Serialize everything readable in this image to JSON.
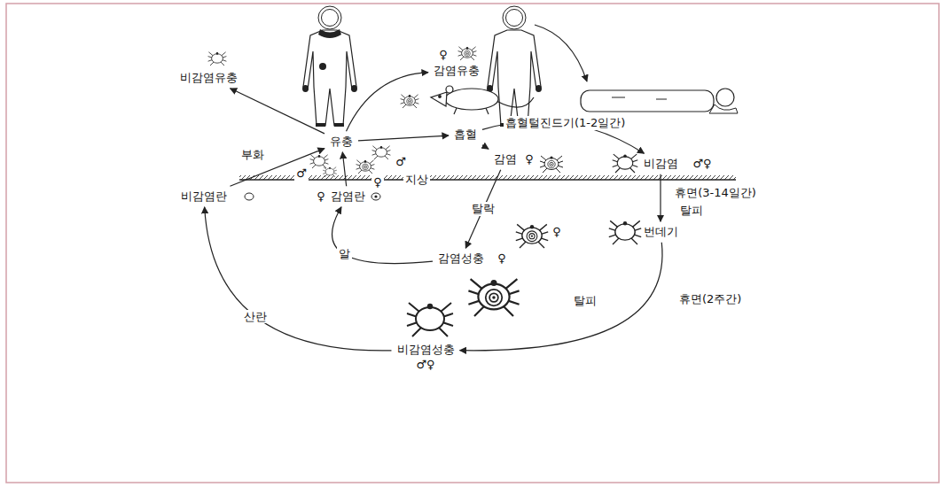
{
  "diagram": {
    "nodes": [
      {
        "text": [
          "유충"
        ]
      },
      {
        "text": [
          "비감염유충"
        ]
      },
      {
        "text": [
          "감염유충"
        ]
      },
      {
        "text": [
          "흡혈"
        ]
      },
      {
        "text": [
          "감염"
        ]
      },
      {
        "text": [
          "비감염"
        ]
      },
      {
        "text": [
          "번데기"
        ]
      },
      {
        "text": [
          "감염성충"
        ]
      },
      {
        "text": [
          "비감염성충"
        ]
      },
      {
        "text": [
          "감염란"
        ]
      },
      {
        "text": [
          "비감염란"
        ]
      }
    ],
    "edges": [
      {
        "from": 10,
        "to": 0,
        "arrow": "to"
      },
      {
        "from": 9,
        "to": 0,
        "arrow": "to"
      },
      {
        "from": 0,
        "to": 1,
        "arrow": "to"
      },
      {
        "from": 0,
        "to": 2,
        "arrow": "to"
      },
      {
        "from": 0,
        "to": 3,
        "arrow": "to"
      },
      {
        "from": 3,
        "to": 4,
        "arrow": "to"
      },
      {
        "from": 3,
        "to": 5,
        "label": "흡혈털진드기(1-2일간)",
        "arrow": "to"
      },
      {
        "from": 4,
        "to": 7,
        "label": "탈락",
        "arrow": "to"
      },
      {
        "from": 5,
        "to": 6,
        "label": "휴면(3-14일간)",
        "arrow": "to"
      },
      {
        "from": 6,
        "to": 8,
        "label": "휴면(2주간)",
        "arrow": "to"
      },
      {
        "from": 7,
        "to": 9,
        "label": "알",
        "arrow": "to"
      },
      {
        "from": 8,
        "to": 10,
        "label": "산란",
        "arrow": "to"
      }
    ],
    "labels": [
      "부화",
      "지상",
      "탈피",
      "탈피",
      "♂",
      "♂",
      "♀",
      "♀",
      "♀",
      "♀",
      "♂♀",
      "♀",
      "♂♀",
      "♀"
    ]
  }
}
